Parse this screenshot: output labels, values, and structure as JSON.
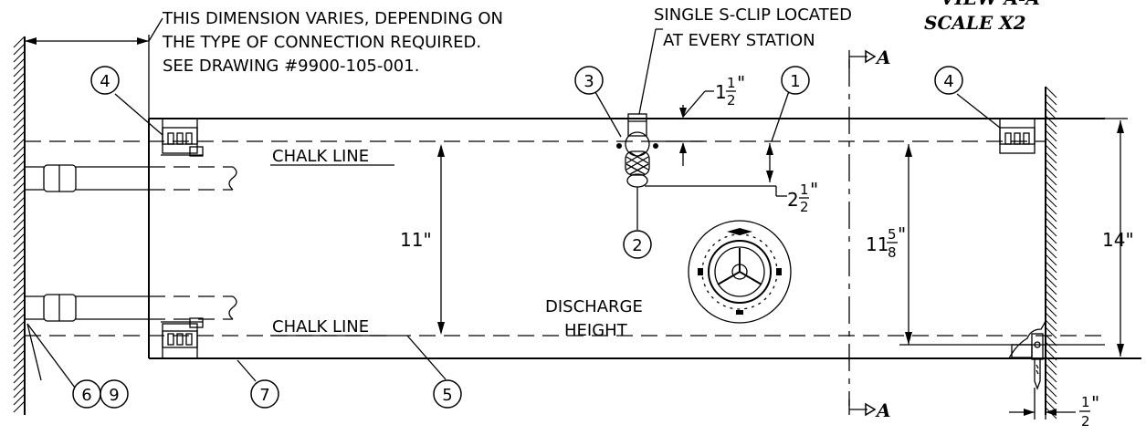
{
  "notes": {
    "dimension_note": [
      "THIS DIMENSION VARIES, DEPENDING ON",
      "THE TYPE OF CONNECTION REQUIRED.",
      "SEE DRAWING #9900-105-001."
    ],
    "clip_note": [
      "SINGLE S-CLIP LOCATED",
      "AT EVERY STATION"
    ],
    "view_title": [
      "VIEW A-A",
      "SCALE X2"
    ],
    "discharge": [
      "DISCHARGE",
      "HEIGHT"
    ]
  },
  "labels": {
    "chalk_line_top": "CHALK LINE",
    "chalk_line_bottom": "CHALK LINE",
    "section_marker": "A"
  },
  "dimensions": {
    "d_11": "11\"",
    "d_11_5_8_whole": "11",
    "d_11_5_8_num": "5",
    "d_11_5_8_den": "8",
    "d_14": "14\"",
    "d_1_1_2_whole": "1",
    "d_1_1_2_num": "1",
    "d_1_1_2_den": "2",
    "d_2_1_2_whole": "2",
    "d_2_1_2_num": "1",
    "d_2_1_2_den": "2",
    "d_half_num": "1",
    "d_half_den": "2",
    "inch_mark": "\""
  },
  "balloons": [
    "1",
    "2",
    "3",
    "4",
    "4",
    "5",
    "6",
    "9",
    "7"
  ]
}
